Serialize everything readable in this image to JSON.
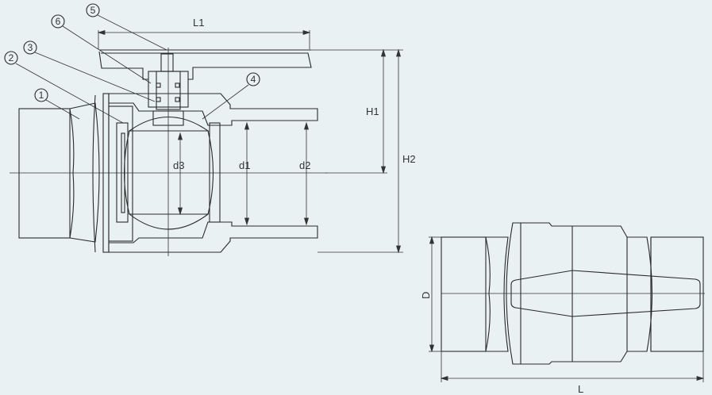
{
  "section_view": {
    "dimensions": {
      "L1": "L1",
      "H1": "H1",
      "H2": "H2",
      "d1": "d1",
      "d2": "d2",
      "d3": "d3"
    },
    "callouts": [
      "1",
      "2",
      "3",
      "4",
      "5",
      "6"
    ]
  },
  "top_view": {
    "dimensions": {
      "L": "L",
      "D": "D"
    }
  },
  "colors": {
    "background": "#e9f1f3",
    "line": "#2a2a2a"
  }
}
